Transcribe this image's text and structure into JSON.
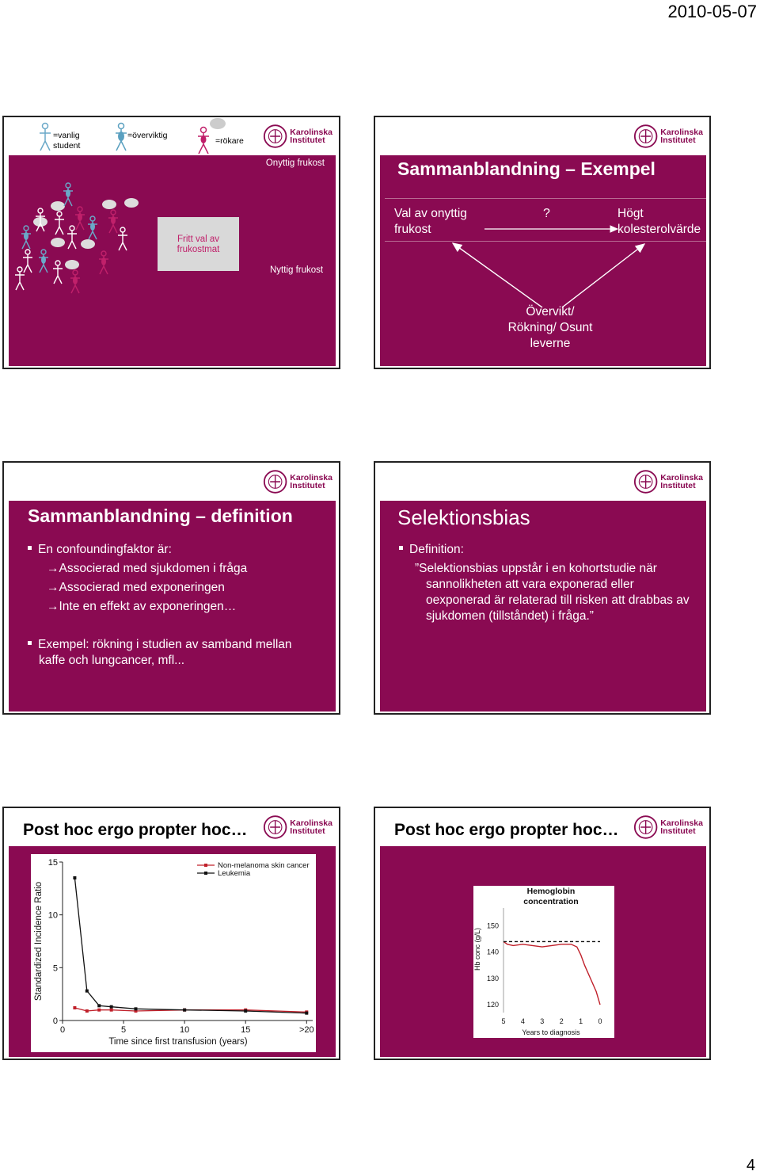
{
  "header": {
    "date": "2010-05-07"
  },
  "footer": {
    "page_number": "4"
  },
  "logo": {
    "line1": "Karolinska",
    "line2": "Institutet"
  },
  "slide1": {
    "legend_vanlig": "=vanlig student",
    "legend_overviktig": "=överviktig",
    "legend_rokare": "=rökare",
    "onyttig": "Onyttig frukost",
    "fritt_val": "Fritt val av frukostmat",
    "nyttig": "Nyttig frukost"
  },
  "slide2": {
    "title": "Sammanblandning – Exempel",
    "left": "Val av onyttig frukost",
    "q": "?",
    "right": "Högt kolesterolvärde",
    "bottom": "Övervikt/ Rökning/ Osunt leverne"
  },
  "slide3": {
    "title": "Sammanblandning – definition",
    "b1": "En confoundingfaktor är:",
    "a1": "Associerad med sjukdomen i fråga",
    "a2": "Associerad med exponeringen",
    "a3": "Inte en effekt av exponeringen…",
    "b2": "Exempel: rökning i studien av samband mellan kaffe och lungcancer, mfl..."
  },
  "slide4": {
    "title": "Selektionsbias",
    "b1": "Definition:",
    "quote": "”Selektionsbias uppstår i en kohortstudie när sannolikheten att vara exponerad eller oexponerad är relaterad till risken att drabbas av sjukdomen (tillståndet) i fråga.”"
  },
  "slide5": {
    "title": "Post hoc ergo propter hoc…"
  },
  "slide6": {
    "title": "Post hoc ergo propter hoc…"
  },
  "chart_data": [
    {
      "type": "line",
      "title": "",
      "xlabel": "Time since first transfusion (years)",
      "ylabel": "Standardized Incidence Ratio",
      "x_ticks": [
        "0",
        "5",
        "10",
        "15",
        ">20"
      ],
      "y_ticks": [
        "0",
        "5",
        "10",
        "15"
      ],
      "x": [
        1,
        2,
        3,
        4,
        6,
        10,
        15,
        20
      ],
      "xlim": [
        0,
        20.5
      ],
      "ylim": [
        0,
        15
      ],
      "series": [
        {
          "name": "Non-melanoma skin cancer",
          "color": "#c0202a",
          "values": [
            1.2,
            0.9,
            1.0,
            1.0,
            0.9,
            1.0,
            1.0,
            0.8
          ]
        },
        {
          "name": "Leukemia",
          "color": "#111111",
          "values": [
            13.5,
            2.8,
            1.4,
            1.3,
            1.1,
            1.0,
            0.9,
            0.7
          ]
        }
      ],
      "legend": "top-right"
    },
    {
      "type": "line",
      "title": "Hemoglobin concentration",
      "xlabel": "Years to diagnosis",
      "ylabel": "Hb conc (g/L)",
      "x_ticks": [
        "5",
        "4",
        "3",
        "2",
        "1",
        "0"
      ],
      "y_ticks": [
        "120",
        "130",
        "140",
        "150"
      ],
      "x": [
        5,
        4.8,
        4.5,
        4.0,
        3.5,
        3.0,
        2.5,
        2.0,
        1.5,
        1.2,
        1.0,
        0.8,
        0.5,
        0.2,
        0.0
      ],
      "xlim": [
        5,
        0
      ],
      "ylim": [
        117,
        155
      ],
      "series": [
        {
          "color": "#c0202a",
          "values": [
            144,
            143,
            142.5,
            143,
            142.5,
            142,
            142.5,
            143,
            143,
            142,
            139,
            135,
            130,
            125,
            120
          ]
        },
        {
          "color": "#111111",
          "dashed": true,
          "values": [
            144,
            144,
            144,
            144,
            144,
            144,
            144,
            144,
            144,
            144,
            144,
            144,
            144,
            144,
            144
          ]
        }
      ]
    }
  ]
}
